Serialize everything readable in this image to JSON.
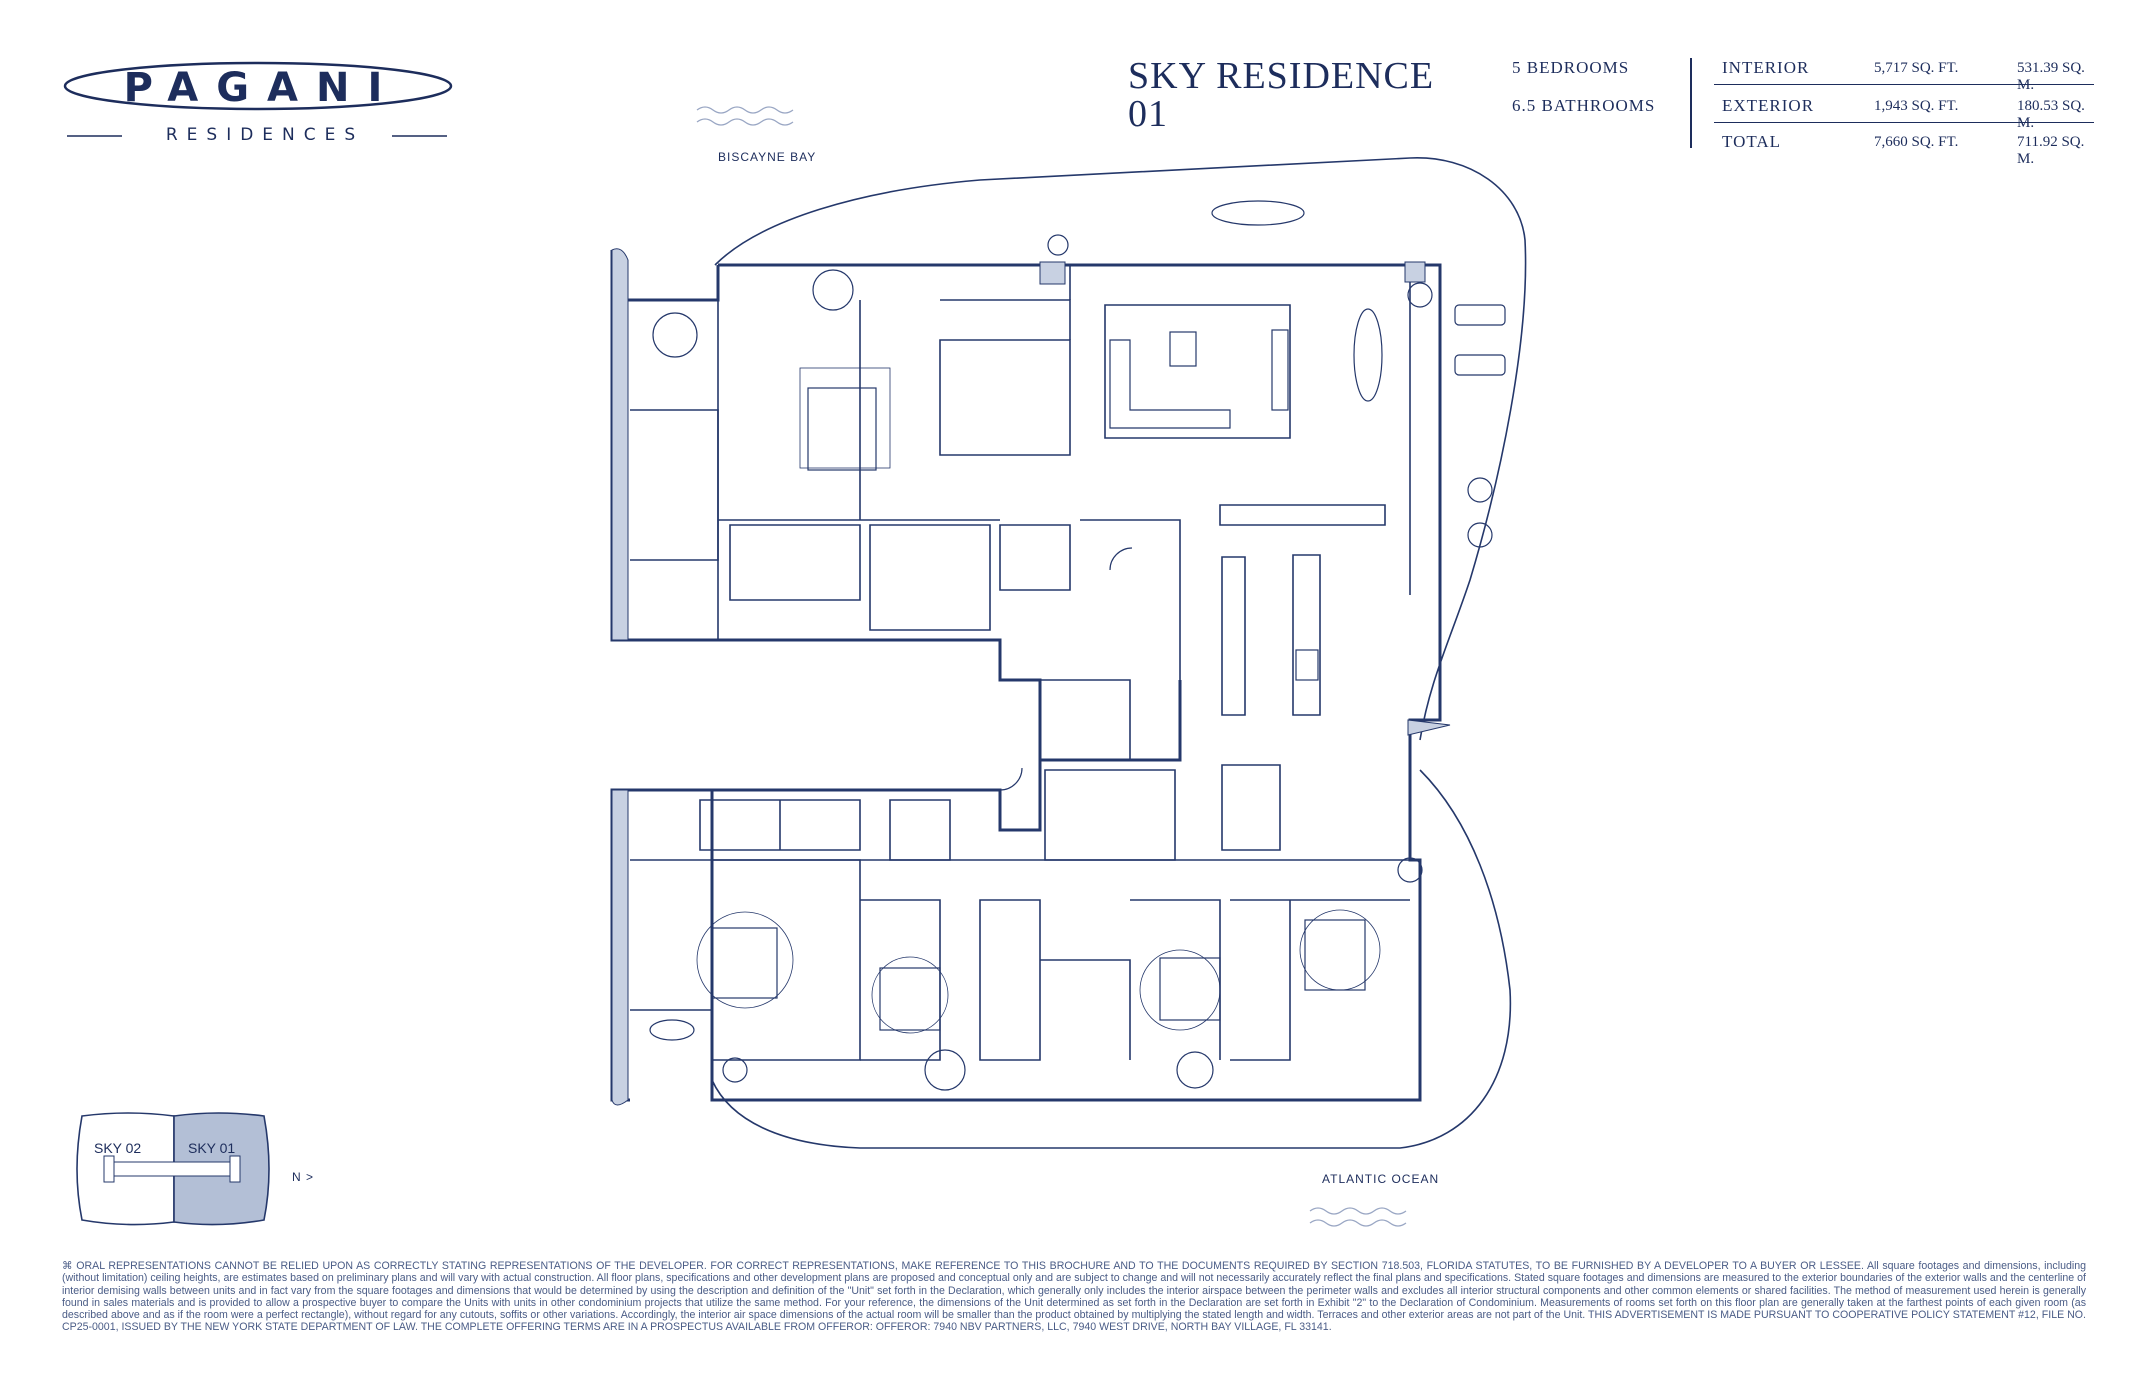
{
  "brand": {
    "logo_word": "PAGANI",
    "logo_sub": "RESIDENCES"
  },
  "residence": {
    "title_line1": "SKY RESIDENCE",
    "title_line2": "01",
    "bedrooms": "5 BEDROOMS",
    "bathrooms": "6.5 BATHROOMS"
  },
  "area_table": {
    "rows": [
      {
        "label": "INTERIOR",
        "sqft": "5,717 SQ. FT.",
        "sqm": "531.39 SQ. M."
      },
      {
        "label": "EXTERIOR",
        "sqft": "1,943 SQ. FT.",
        "sqm": "180.53 SQ. M."
      },
      {
        "label": "TOTAL",
        "sqft": "7,660 SQ. FT.",
        "sqm": "711.92 SQ. M."
      }
    ]
  },
  "orientation": {
    "top": "BISCAYNE BAY",
    "bottom": "ATLANTIC OCEAN",
    "north": "N >"
  },
  "keyplan": {
    "left": "SKY 02",
    "right": "SKY 01"
  },
  "colors": {
    "navy": "#1d2d5c",
    "line": "#25386b",
    "wall": "#c8d1e2",
    "highlight": "#b3bfd6"
  },
  "disclaimer": "ORAL REPRESENTATIONS CANNOT BE RELIED UPON AS CORRECTLY STATING REPRESENTATIONS OF THE DEVELOPER. FOR CORRECT REPRESENTATIONS, MAKE REFERENCE TO THIS BROCHURE AND TO THE DOCUMENTS REQUIRED BY SECTION 718.503, FLORIDA STATUTES, TO BE FURNISHED BY A DEVELOPER TO A BUYER OR LESSEE. All square footages and dimensions, including (without limitation) ceiling heights, are estimates based on preliminary plans and will vary with actual construction. All floor plans, specifications and other development plans are proposed and conceptual only and are subject to change and will not necessarily accurately reflect the final plans and specifications. Stated square footages and dimensions are measured to the exterior boundaries of the exterior walls and the centerline of interior demising walls between units and in fact vary from the square footages and dimensions that would be determined by using the description and definition of the \"Unit\" set forth in the Declaration, which generally only includes the interior airspace between the perimeter walls and excludes all interior structural components and other common elements or shared facilities. The method of measurement used herein is generally found in sales materials and is provided to allow a prospective buyer to compare the Units with units in other condominium projects that utilize the same method. For your reference, the dimensions of the Unit determined as set forth in the Declaration are set forth in Exhibit \"2\" to the Declaration of Condominium. Measurements of rooms set forth on this floor plan are generally taken at the farthest points of each given room (as described above and as if the room were a perfect rectangle), without regard for any cutouts, soffits or other variations. Accordingly, the interior air space dimensions of the actual room will be smaller than the product obtained by multiplying the stated length and width. Terraces and other exterior areas are not part of the Unit. THIS ADVERTISEMENT IS MADE PURSUANT TO COOPERATIVE POLICY STATEMENT #12, FILE NO. CP25-0001, ISSUED BY THE NEW YORK STATE DEPARTMENT OF LAW. THE COMPLETE OFFERING TERMS ARE IN A PROSPECTUS AVAILABLE FROM OFFEROR: OFFEROR: 7940 NBV PARTNERS, LLC, 7940 WEST DRIVE, NORTH BAY VILLAGE, FL 33141."
}
